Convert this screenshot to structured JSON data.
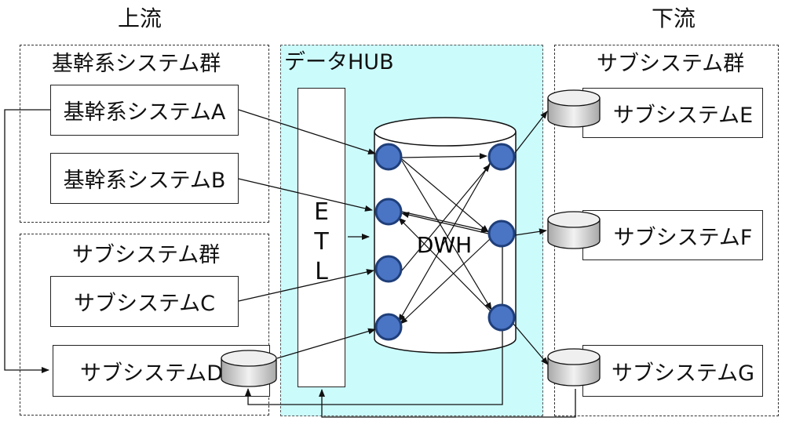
{
  "labels": {
    "upstream": "上流",
    "downstream": "下流",
    "core_group": "基幹系システム群",
    "sub_group_left": "サブシステム群",
    "hub": "データHUB",
    "sub_group_right": "サブシステム群",
    "dwh": "DWH",
    "etl": [
      "E",
      "T",
      "L"
    ]
  },
  "systems": {
    "a": "基幹系システムA",
    "b": "基幹系システムB",
    "c": "サブシステムC",
    "d": "サブシステムD",
    "e": "サブシステムE",
    "f": "サブシステムF",
    "g": "サブシステムG"
  },
  "colors": {
    "hub_fill": "#ccfbfc",
    "node_fill": "#4a74c4",
    "node_stroke": "#1f3f7a",
    "db_fill": "#d8d8d8"
  }
}
